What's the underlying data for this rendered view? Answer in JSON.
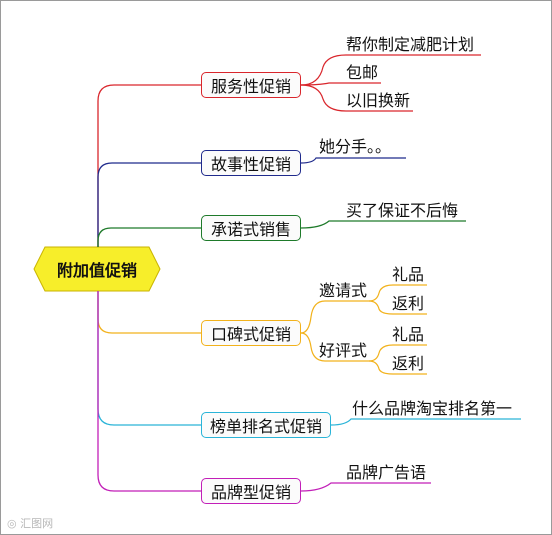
{
  "root": {
    "label": "附加值促销",
    "color": "#f7ee2a"
  },
  "branches": [
    {
      "label": "服务性促销",
      "color": "#d9262c",
      "children": [
        "帮你制定减肥计划",
        "包邮",
        "以旧换新"
      ]
    },
    {
      "label": "故事性促销",
      "color": "#1f2a8c",
      "children": [
        "她分手。。"
      ]
    },
    {
      "label": "承诺式销售",
      "color": "#1e7a2a",
      "children": [
        "买了保证不后悔"
      ]
    },
    {
      "label": "口碑式促销",
      "color": "#f2b21c",
      "children": [
        {
          "label": "邀请式",
          "children": [
            "礼品",
            "返利"
          ]
        },
        {
          "label": "好评式",
          "children": [
            "礼品",
            "返利"
          ]
        }
      ]
    },
    {
      "label": "榜单排名式促销",
      "color": "#2ab4d8",
      "children": [
        "什么品牌淘宝排名第一"
      ]
    },
    {
      "label": "品牌型促销",
      "color": "#c21fb8",
      "children": [
        "品牌广告语"
      ]
    }
  ],
  "watermark": "汇图网"
}
